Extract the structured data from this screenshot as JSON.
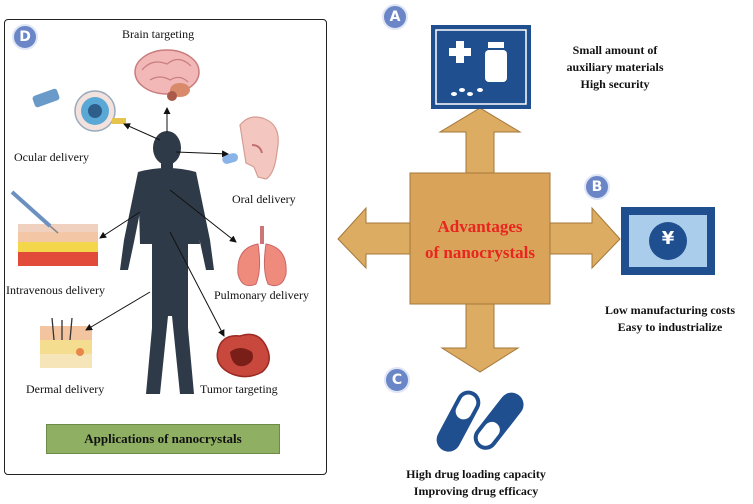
{
  "panel_d": {
    "badge": "D",
    "targets": {
      "brain": "Brain targeting",
      "ocular": "Ocular delivery",
      "oral": "Oral delivery",
      "intravenous": "Intravenous delivery",
      "pulmonary": "Pulmonary delivery",
      "dermal": "Dermal delivery",
      "tumor": "Tumor targeting"
    },
    "footer": "Applications of nanocrystals"
  },
  "center": {
    "line1": "Advantages",
    "line2": "of nanocrystals"
  },
  "advantages": {
    "a": {
      "badge": "A",
      "line1": "Small amount of",
      "line2": "auxiliary materials",
      "line3": "High security"
    },
    "b": {
      "badge": "B",
      "line1": "Low manufacturing costs",
      "line2": "Easy to industrialize",
      "currency_symbol": "¥"
    },
    "c": {
      "badge": "C",
      "line1": "High drug loading capacity",
      "line2": "Improving drug efficacy"
    }
  },
  "colors": {
    "arrow_fill": "#dcac63",
    "center_fill": "#d9a45a",
    "center_text": "#e8251f",
    "navy": "#1f4f8f",
    "badge": "#6b86c6",
    "apps_box": "#8faf63",
    "body_silhouette": "#2f3a48"
  }
}
